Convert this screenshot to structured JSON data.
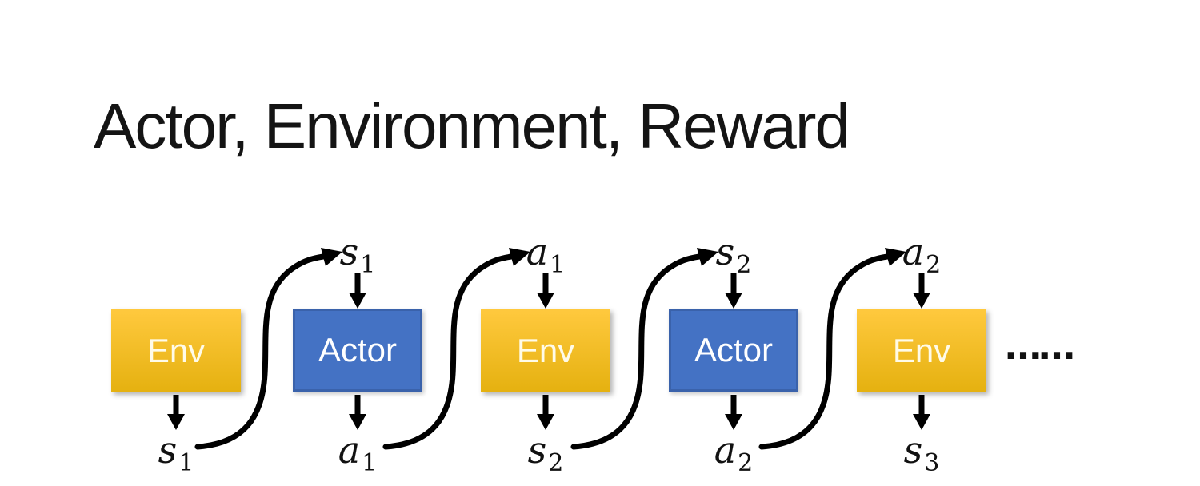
{
  "slide": {
    "title": "Actor, Environment, Reward",
    "ellipsis": "……"
  },
  "colors": {
    "env_top": "#FFC93E",
    "env_bottom": "#E5B110",
    "env_text": "#FFFBE8",
    "actor_fill": "#4472C4",
    "actor_border": "#3A62AB",
    "actor_text": "#FFFFFF",
    "arrow": "#000000",
    "label_color": "#111111",
    "background": "#FFFFFF"
  },
  "boxes": [
    {
      "label": "Env",
      "type": "env"
    },
    {
      "label": "Actor",
      "type": "actor"
    },
    {
      "label": "Env",
      "type": "env"
    },
    {
      "label": "Actor",
      "type": "actor"
    },
    {
      "label": "Env",
      "type": "env"
    }
  ],
  "top_labels": [
    {
      "base": "s",
      "sub": "1"
    },
    {
      "base": "a",
      "sub": "1"
    },
    {
      "base": "s",
      "sub": "2"
    },
    {
      "base": "a",
      "sub": "2"
    }
  ],
  "bottom_labels": [
    {
      "base": "s",
      "sub": "1"
    },
    {
      "base": "a",
      "sub": "1"
    },
    {
      "base": "s",
      "sub": "2"
    },
    {
      "base": "a",
      "sub": "2"
    },
    {
      "base": "s",
      "sub": "3"
    }
  ]
}
